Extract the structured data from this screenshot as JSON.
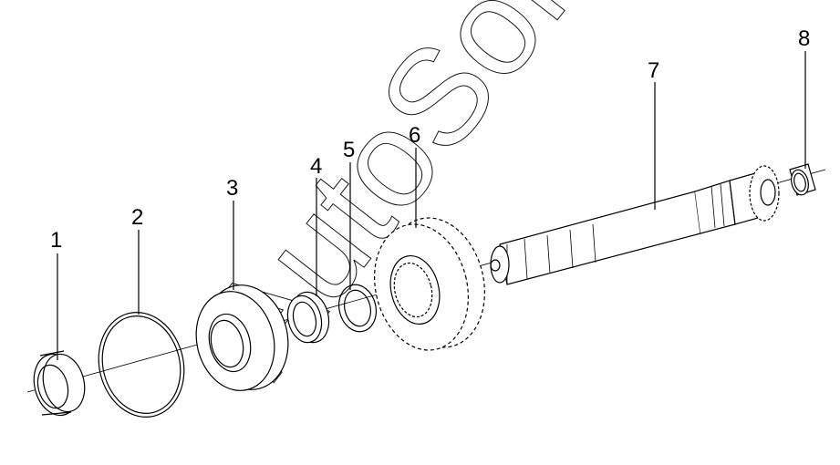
{
  "callouts": [
    {
      "id": "1",
      "label": "1"
    },
    {
      "id": "2",
      "label": "2"
    },
    {
      "id": "3",
      "label": "3"
    },
    {
      "id": "4",
      "label": "4"
    },
    {
      "id": "5",
      "label": "5"
    },
    {
      "id": "6",
      "label": "6"
    },
    {
      "id": "7",
      "label": "7"
    },
    {
      "id": "8",
      "label": "8"
    }
  ],
  "watermark": {
    "text": "AutoSoft"
  },
  "colors": {
    "line": "#000000",
    "background": "#ffffff"
  }
}
